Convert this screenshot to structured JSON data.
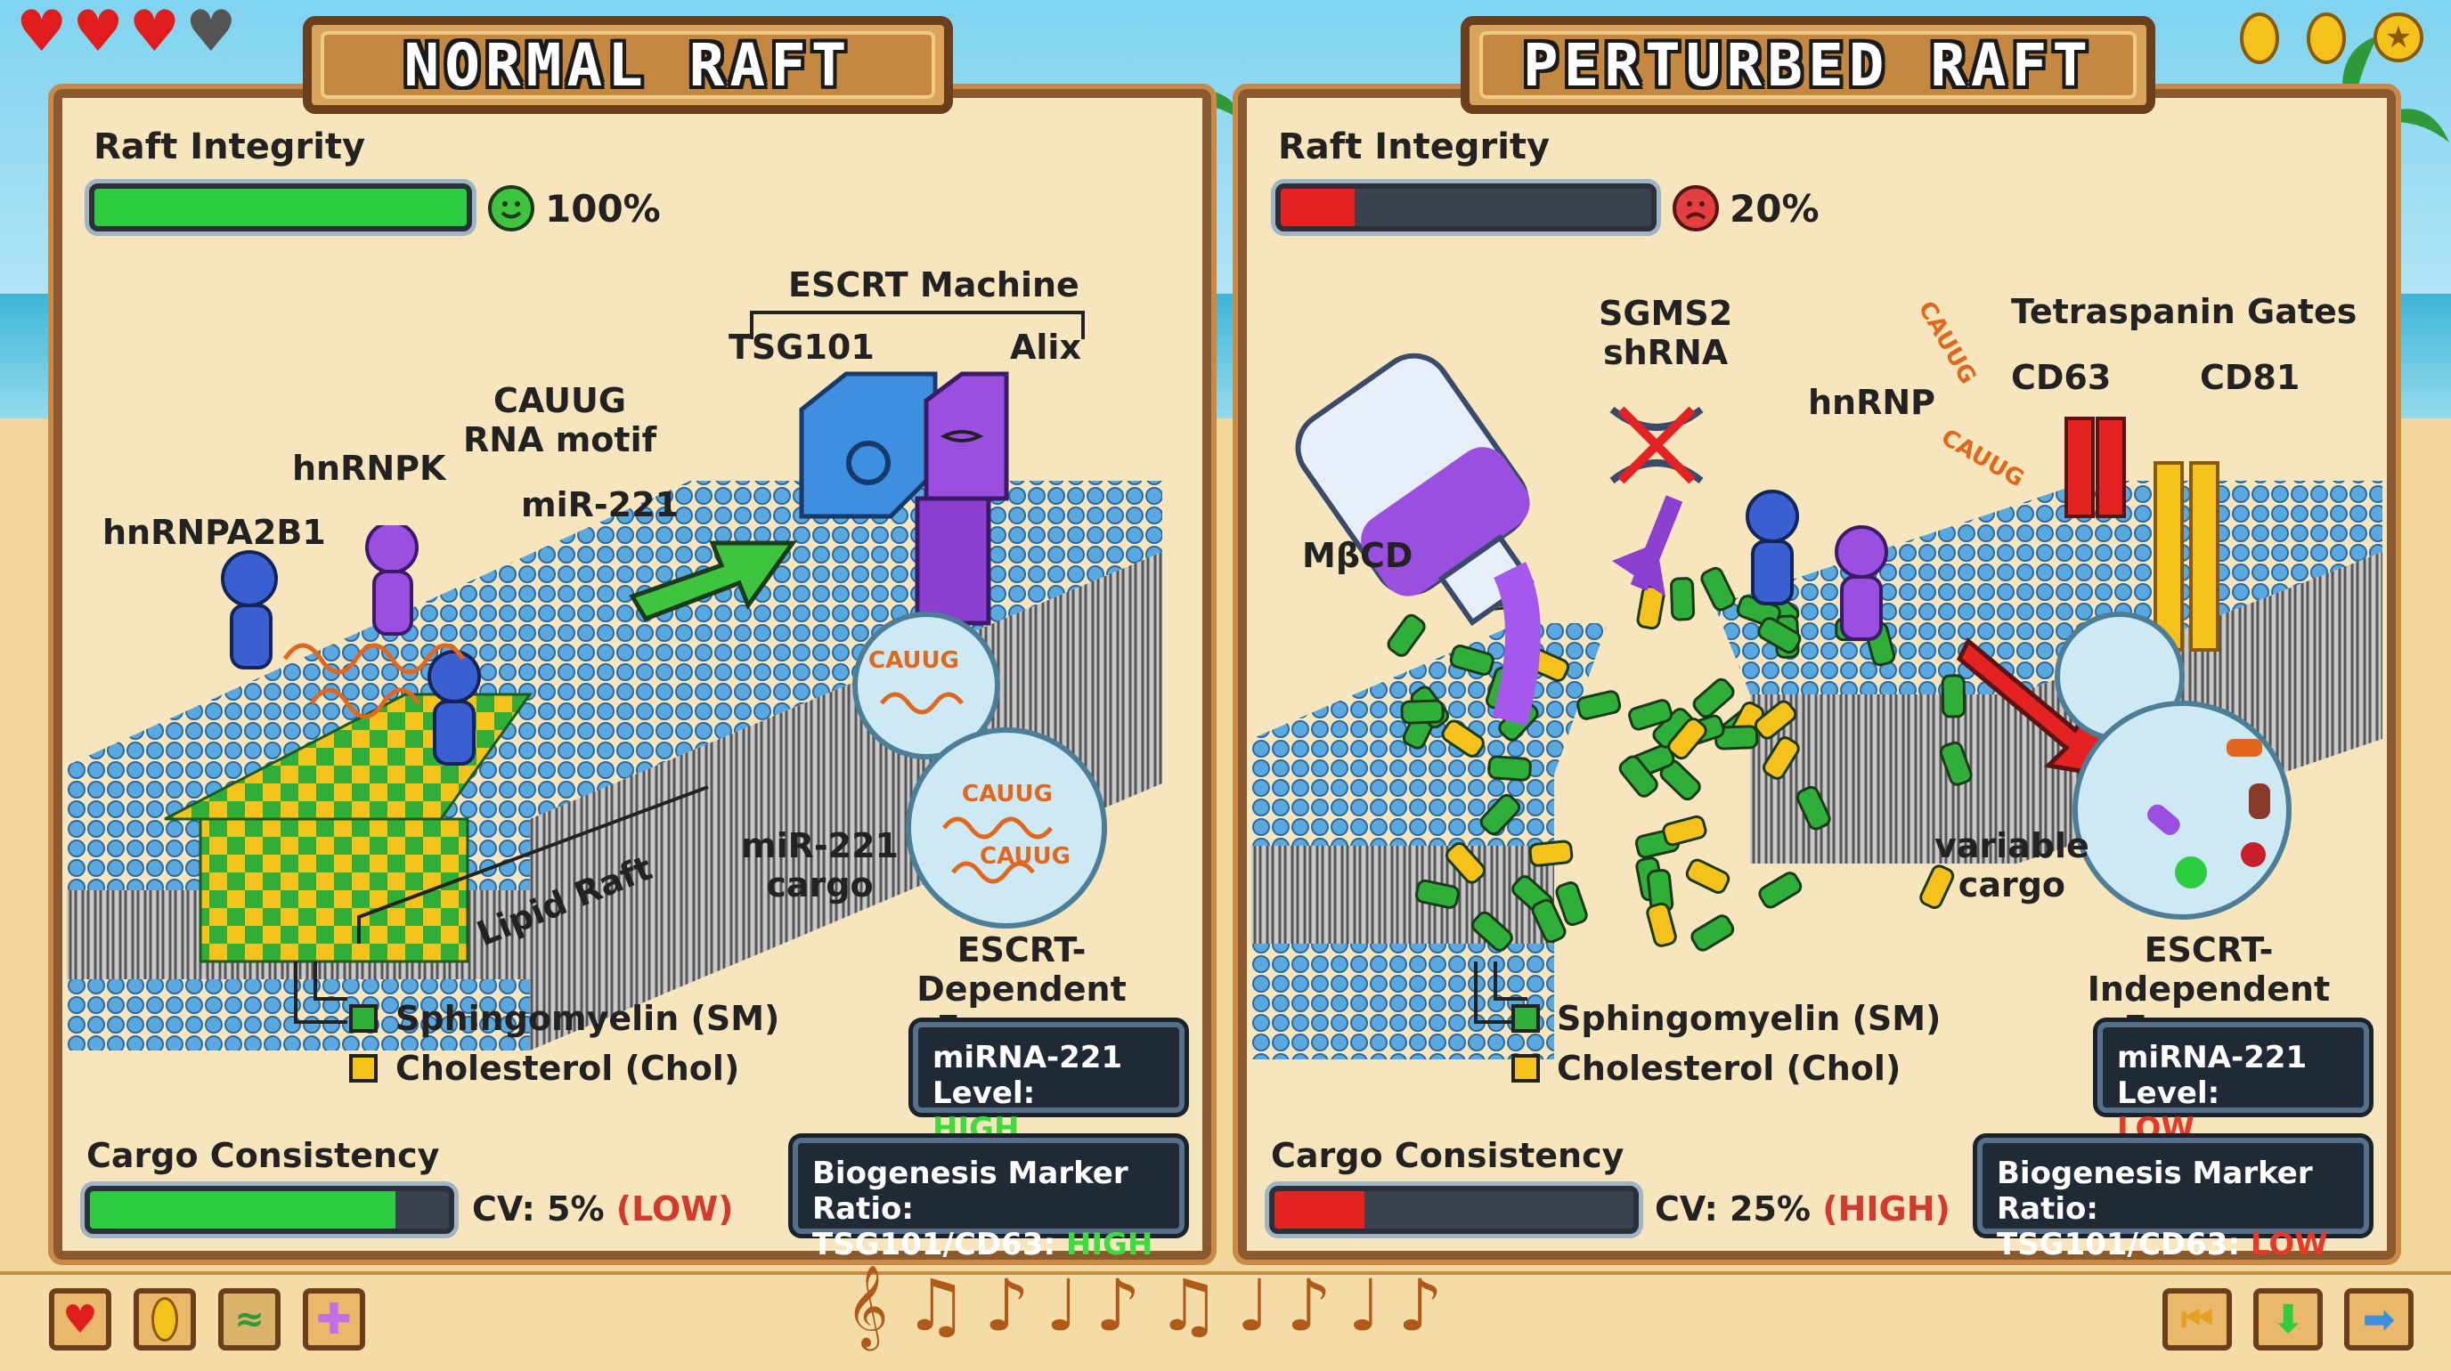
{
  "hud": {
    "hearts": [
      {
        "icon": "heart-full-icon",
        "color": "#e02424"
      },
      {
        "icon": "heart-full-icon",
        "color": "#e02424"
      },
      {
        "icon": "heart-full-icon",
        "color": "#e02424"
      },
      {
        "icon": "heart-empty-icon",
        "color": "#555555"
      }
    ],
    "coins": [
      "coin-icon",
      "coin-icon",
      "star-coin-icon"
    ]
  },
  "left": {
    "title": "NORMAL RAFT",
    "integrity": {
      "label": "Raft Integrity",
      "value_text": "100%",
      "fill_fraction": 1.0,
      "mood": "happy-face-icon",
      "color": "#2ecc40"
    },
    "escrt_machine": {
      "title": "ESCRT Machine",
      "tsg101": "TSG101",
      "alix": "Alix"
    },
    "labels": {
      "cauug_motif": "CAUUG\nRNA motif",
      "cauug_motif_line1": "CAUUG",
      "cauug_motif_line2": "RNA motif",
      "hnrnpk": "hnRNPK",
      "mir221": "miR-221",
      "hnrnpa2b1": "hnRNPA2B1",
      "lipid_raft": "Lipid Raft",
      "mir221_cargo_line1": "miR-221",
      "mir221_cargo_line2": "cargo",
      "exosome_line1": "ESCRT-Dependent",
      "exosome_line2": "Exosome",
      "rna_tag": "CAUUG"
    },
    "legend": {
      "sm": "Sphingomyelin (SM)",
      "chol": "Cholesterol (Chol)",
      "sm_color": "#2fae3a",
      "chol_color": "#f4c21a"
    },
    "mirna_box": {
      "label": "miRNA-221 Level:",
      "value": "HIGH",
      "value_color": "#3ddc3d"
    },
    "cargo": {
      "label": "Cargo Consistency",
      "fill_fraction": 0.85,
      "cv_text": "CV: 5%",
      "cv_qual": "(LOW)",
      "cv_qual_color": "#d33a2c",
      "color": "#2ecc40"
    },
    "marker_box": {
      "label": "Biogenesis Marker Ratio:",
      "ratio": "TSG101/CD63:",
      "value": "HIGH",
      "value_color": "#3ddc3d"
    }
  },
  "right": {
    "title": "PERTURBED RAFT",
    "integrity": {
      "label": "Raft Integrity",
      "value_text": "20%",
      "fill_fraction": 0.2,
      "mood": "sad-face-icon",
      "color": "#e52222"
    },
    "labels": {
      "sgms2_line1": "SGMS2",
      "sgms2_line2": "shRNA",
      "mbcd": "MβCD",
      "hnrnp": "hnRNP",
      "tetraspanin": "Tetraspanin Gates",
      "cd63": "CD63",
      "cd81": "CD81",
      "variable_line1": "variable",
      "variable_line2": "cargo",
      "exosome_line1": "ESCRT-Independent",
      "exosome_line2": "Exosome",
      "rna_tag": "CAUUG"
    },
    "legend": {
      "sm": "Sphingomyelin (SM)",
      "chol": "Cholesterol (Chol)"
    },
    "mirna_box": {
      "label": "miRNA-221 Level:",
      "value": "LOW",
      "value_color": "#e53a2a"
    },
    "cargo": {
      "label": "Cargo Consistency",
      "fill_fraction": 0.25,
      "cv_text": "CV: 25%",
      "cv_qual": "(HIGH)",
      "cv_qual_color": "#d33a2c",
      "color": "#e52222"
    },
    "marker_box": {
      "label": "Biogenesis Marker Ratio:",
      "ratio": "TSG101/CD63:",
      "value": "LOW",
      "value_color": "#e53a2a"
    }
  },
  "bottom_bar": {
    "left_buttons": [
      "heart-icon",
      "coin-icon",
      "dna-icon",
      "plus-icon"
    ],
    "right_buttons": [
      "previous-icon",
      "down-arrow-icon",
      "next-arrow-icon"
    ],
    "music": "music-notes-decoration"
  }
}
